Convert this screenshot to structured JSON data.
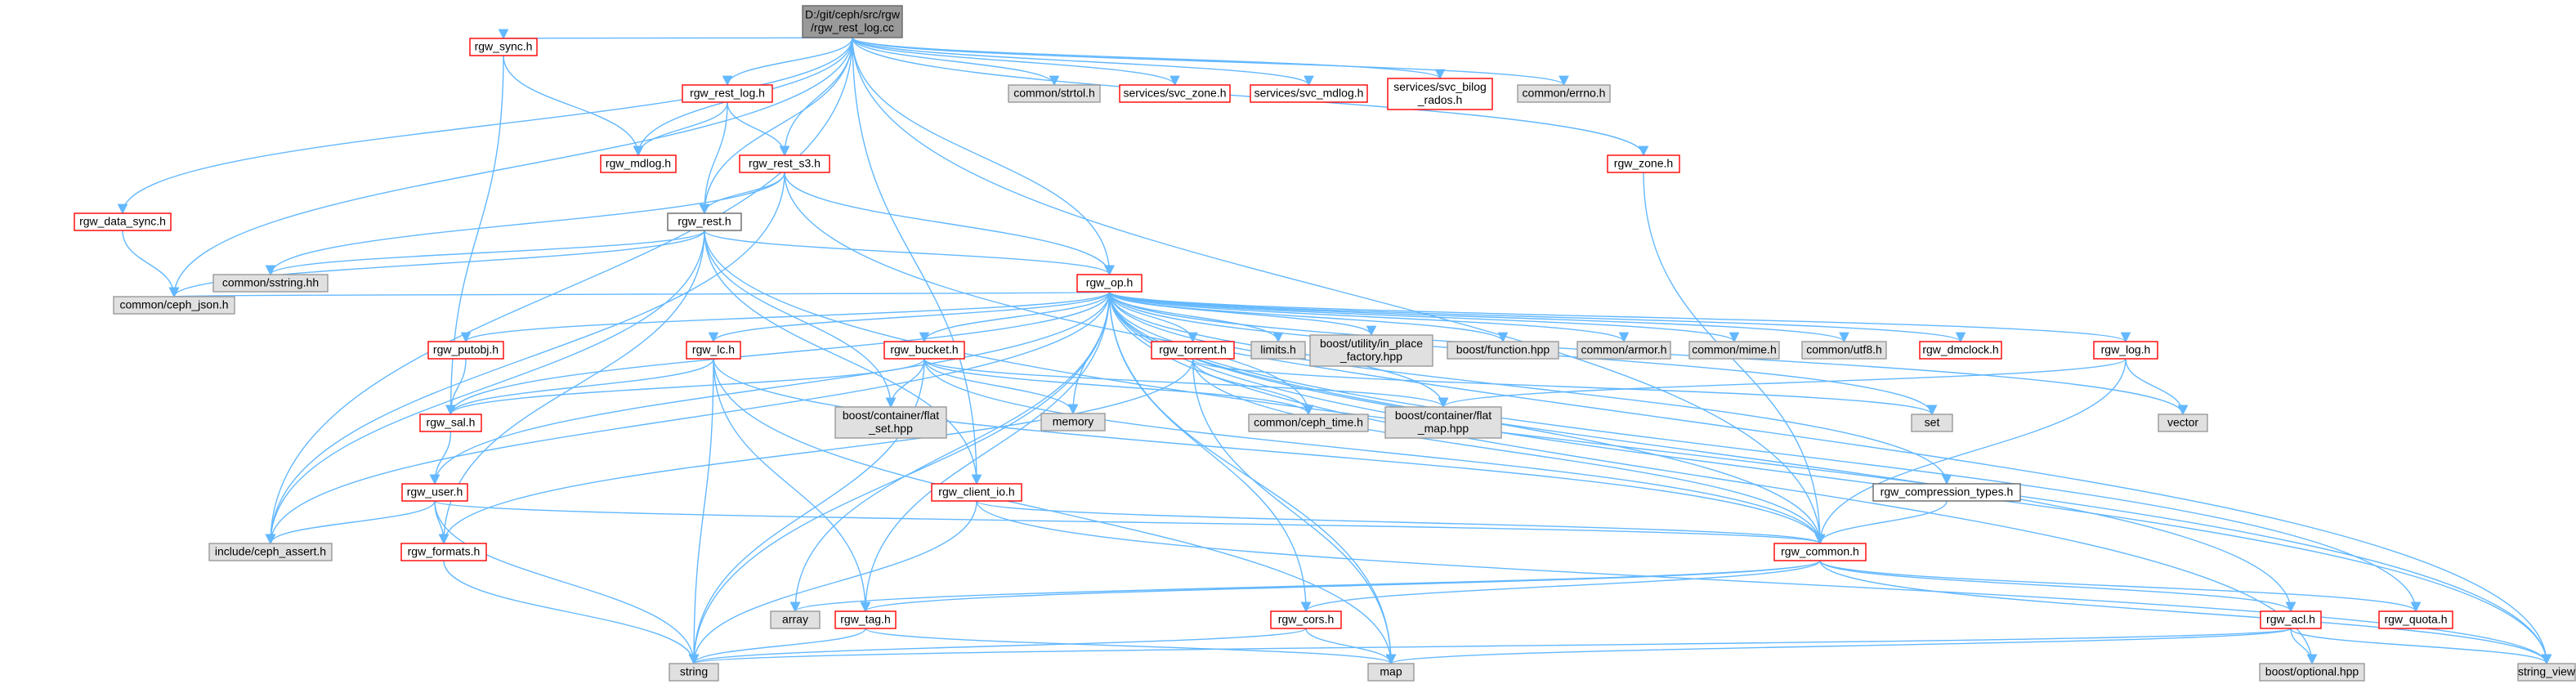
{
  "graph_title": "",
  "colors": {
    "edge": "#63b8ff",
    "node_red_border": "#ff0000",
    "node_gray_fill": "#e0e0e0",
    "node_root_fill": "#999999"
  },
  "nodes": [
    {
      "id": "root",
      "kind": "root",
      "lines": [
        "D:/git/ceph/src/rgw",
        "/rgw_rest_log.cc"
      ]
    },
    {
      "id": "rgw_sync_h",
      "kind": "red",
      "lines": [
        "rgw_sync.h"
      ]
    },
    {
      "id": "rgw_rest_log_h",
      "kind": "red",
      "lines": [
        "rgw_rest_log.h"
      ]
    },
    {
      "id": "common_strtol_h",
      "kind": "gray",
      "lines": [
        "common/strtol.h"
      ]
    },
    {
      "id": "svc_zone_h",
      "kind": "red",
      "lines": [
        "services/svc_zone.h"
      ]
    },
    {
      "id": "svc_mdlog_h",
      "kind": "red",
      "lines": [
        "services/svc_mdlog.h"
      ]
    },
    {
      "id": "svc_bilog_h",
      "kind": "red",
      "lines": [
        "services/svc_bilog",
        "_rados.h"
      ]
    },
    {
      "id": "common_errno_h",
      "kind": "gray",
      "lines": [
        "common/errno.h"
      ]
    },
    {
      "id": "rgw_mdlog_h",
      "kind": "red",
      "lines": [
        "rgw_mdlog.h"
      ]
    },
    {
      "id": "rgw_rest_s3_h",
      "kind": "red",
      "lines": [
        "rgw_rest_s3.h"
      ]
    },
    {
      "id": "rgw_zone_h",
      "kind": "red",
      "lines": [
        "rgw_zone.h"
      ]
    },
    {
      "id": "rgw_data_sync_h",
      "kind": "red",
      "lines": [
        "rgw_data_sync.h"
      ]
    },
    {
      "id": "rgw_rest_h",
      "kind": "plain",
      "lines": [
        "rgw_rest.h"
      ]
    },
    {
      "id": "common_sstring_hh",
      "kind": "gray",
      "lines": [
        "common/sstring.hh"
      ]
    },
    {
      "id": "rgw_op_h",
      "kind": "red",
      "lines": [
        "rgw_op.h"
      ]
    },
    {
      "id": "common_ceph_json_h",
      "kind": "gray",
      "lines": [
        "common/ceph_json.h"
      ]
    },
    {
      "id": "rgw_putobj_h",
      "kind": "red",
      "lines": [
        "rgw_putobj.h"
      ]
    },
    {
      "id": "rgw_lc_h",
      "kind": "red",
      "lines": [
        "rgw_lc.h"
      ]
    },
    {
      "id": "rgw_bucket_h",
      "kind": "red",
      "lines": [
        "rgw_bucket.h"
      ]
    },
    {
      "id": "rgw_torrent_h",
      "kind": "red",
      "lines": [
        "rgw_torrent.h"
      ]
    },
    {
      "id": "limits_h",
      "kind": "gray",
      "lines": [
        "limits.h"
      ]
    },
    {
      "id": "boost_in_place_hpp",
      "kind": "gray",
      "lines": [
        "boost/utility/in_place",
        "_factory.hpp"
      ]
    },
    {
      "id": "boost_function_hpp",
      "kind": "gray",
      "lines": [
        "boost/function.hpp"
      ]
    },
    {
      "id": "common_armor_h",
      "kind": "gray",
      "lines": [
        "common/armor.h"
      ]
    },
    {
      "id": "common_mime_h",
      "kind": "gray",
      "lines": [
        "common/mime.h"
      ]
    },
    {
      "id": "common_utf8_h",
      "kind": "gray",
      "lines": [
        "common/utf8.h"
      ]
    },
    {
      "id": "rgw_dmclock_h",
      "kind": "red",
      "lines": [
        "rgw_dmclock.h"
      ]
    },
    {
      "id": "rgw_log_h",
      "kind": "red",
      "lines": [
        "rgw_log.h"
      ]
    },
    {
      "id": "rgw_sal_h",
      "kind": "red",
      "lines": [
        "rgw_sal.h"
      ]
    },
    {
      "id": "boost_flat_set_hpp",
      "kind": "gray",
      "lines": [
        "boost/container/flat",
        "_set.hpp"
      ]
    },
    {
      "id": "memory",
      "kind": "gray",
      "lines": [
        "memory"
      ]
    },
    {
      "id": "common_ceph_time_h",
      "kind": "gray",
      "lines": [
        "common/ceph_time.h"
      ]
    },
    {
      "id": "boost_flat_map_hpp",
      "kind": "gray",
      "lines": [
        "boost/container/flat",
        "_map.hpp"
      ]
    },
    {
      "id": "set",
      "kind": "gray",
      "lines": [
        "set"
      ]
    },
    {
      "id": "vector",
      "kind": "gray",
      "lines": [
        "vector"
      ]
    },
    {
      "id": "rgw_user_h",
      "kind": "red",
      "lines": [
        "rgw_user.h"
      ]
    },
    {
      "id": "rgw_client_io_h",
      "kind": "red",
      "lines": [
        "rgw_client_io.h"
      ]
    },
    {
      "id": "rgw_compression_types_h",
      "kind": "plain",
      "lines": [
        "rgw_compression_types.h"
      ]
    },
    {
      "id": "include_ceph_assert_h",
      "kind": "gray",
      "lines": [
        "include/ceph_assert.h"
      ]
    },
    {
      "id": "rgw_formats_h",
      "kind": "red",
      "lines": [
        "rgw_formats.h"
      ]
    },
    {
      "id": "rgw_common_h",
      "kind": "red",
      "lines": [
        "rgw_common.h"
      ]
    },
    {
      "id": "array",
      "kind": "gray",
      "lines": [
        "array"
      ]
    },
    {
      "id": "rgw_tag_h",
      "kind": "red",
      "lines": [
        "rgw_tag.h"
      ]
    },
    {
      "id": "rgw_cors_h",
      "kind": "red",
      "lines": [
        "rgw_cors.h"
      ]
    },
    {
      "id": "rgw_acl_h",
      "kind": "red",
      "lines": [
        "rgw_acl.h"
      ]
    },
    {
      "id": "rgw_quota_h",
      "kind": "red",
      "lines": [
        "rgw_quota.h"
      ]
    },
    {
      "id": "string",
      "kind": "gray",
      "lines": [
        "string"
      ]
    },
    {
      "id": "map",
      "kind": "gray",
      "lines": [
        "map"
      ]
    },
    {
      "id": "boost_optional_hpp",
      "kind": "gray",
      "lines": [
        "boost/optional.hpp"
      ]
    },
    {
      "id": "string_view",
      "kind": "gray",
      "lines": [
        "string_view"
      ]
    }
  ],
  "edges": [
    [
      "root",
      "rgw_sync_h"
    ],
    [
      "root",
      "rgw_rest_log_h"
    ],
    [
      "root",
      "common_strtol_h"
    ],
    [
      "root",
      "svc_zone_h"
    ],
    [
      "root",
      "svc_mdlog_h"
    ],
    [
      "root",
      "svc_bilog_h"
    ],
    [
      "root",
      "common_errno_h"
    ],
    [
      "root",
      "rgw_mdlog_h"
    ],
    [
      "root",
      "rgw_rest_s3_h"
    ],
    [
      "root",
      "rgw_zone_h"
    ],
    [
      "root",
      "rgw_data_sync_h"
    ],
    [
      "root",
      "rgw_rest_h"
    ],
    [
      "root",
      "rgw_op_h"
    ],
    [
      "root",
      "common_ceph_json_h"
    ],
    [
      "root",
      "include_ceph_assert_h"
    ],
    [
      "root",
      "rgw_client_io_h"
    ],
    [
      "root",
      "rgw_common_h"
    ],
    [
      "rgw_sync_h",
      "rgw_mdlog_h"
    ],
    [
      "rgw_sync_h",
      "rgw_sal_h"
    ],
    [
      "rgw_rest_log_h",
      "rgw_mdlog_h"
    ],
    [
      "rgw_rest_log_h",
      "rgw_rest_s3_h"
    ],
    [
      "rgw_rest_log_h",
      "rgw_rest_h"
    ],
    [
      "rgw_rest_s3_h",
      "rgw_rest_h"
    ],
    [
      "rgw_rest_s3_h",
      "rgw_op_h"
    ],
    [
      "rgw_rest_s3_h",
      "common_sstring_hh"
    ],
    [
      "rgw_rest_s3_h",
      "include_ceph_assert_h"
    ],
    [
      "rgw_rest_s3_h",
      "string_view"
    ],
    [
      "rgw_zone_h",
      "rgw_common_h"
    ],
    [
      "rgw_data_sync_h",
      "common_ceph_json_h"
    ],
    [
      "rgw_rest_h",
      "common_sstring_hh"
    ],
    [
      "rgw_rest_h",
      "rgw_op_h"
    ],
    [
      "rgw_rest_h",
      "common_ceph_json_h"
    ],
    [
      "rgw_rest_h",
      "include_ceph_assert_h"
    ],
    [
      "rgw_rest_h",
      "rgw_formats_h"
    ],
    [
      "rgw_rest_h",
      "boost_flat_set_hpp"
    ],
    [
      "rgw_rest_h",
      "rgw_client_io_h"
    ],
    [
      "rgw_rest_h",
      "string_view"
    ],
    [
      "rgw_op_h",
      "common_ceph_json_h"
    ],
    [
      "rgw_op_h",
      "rgw_putobj_h"
    ],
    [
      "rgw_op_h",
      "rgw_lc_h"
    ],
    [
      "rgw_op_h",
      "rgw_bucket_h"
    ],
    [
      "rgw_op_h",
      "rgw_torrent_h"
    ],
    [
      "rgw_op_h",
      "limits_h"
    ],
    [
      "rgw_op_h",
      "boost_in_place_hpp"
    ],
    [
      "rgw_op_h",
      "boost_function_hpp"
    ],
    [
      "rgw_op_h",
      "common_armor_h"
    ],
    [
      "rgw_op_h",
      "common_mime_h"
    ],
    [
      "rgw_op_h",
      "common_utf8_h"
    ],
    [
      "rgw_op_h",
      "rgw_dmclock_h"
    ],
    [
      "rgw_op_h",
      "rgw_log_h"
    ],
    [
      "rgw_op_h",
      "rgw_sal_h"
    ],
    [
      "rgw_op_h",
      "memory"
    ],
    [
      "rgw_op_h",
      "common_ceph_time_h"
    ],
    [
      "rgw_op_h",
      "boost_flat_map_hpp"
    ],
    [
      "rgw_op_h",
      "set"
    ],
    [
      "rgw_op_h",
      "vector"
    ],
    [
      "rgw_op_h",
      "rgw_user_h"
    ],
    [
      "rgw_op_h",
      "rgw_compression_types_h"
    ],
    [
      "rgw_op_h",
      "include_ceph_assert_h"
    ],
    [
      "rgw_op_h",
      "rgw_common_h"
    ],
    [
      "rgw_op_h",
      "array"
    ],
    [
      "rgw_op_h",
      "rgw_tag_h"
    ],
    [
      "rgw_op_h",
      "rgw_cors_h"
    ],
    [
      "rgw_op_h",
      "rgw_acl_h"
    ],
    [
      "rgw_op_h",
      "rgw_quota_h"
    ],
    [
      "rgw_op_h",
      "string"
    ],
    [
      "rgw_op_h",
      "map"
    ],
    [
      "rgw_op_h",
      "boost_optional_hpp"
    ],
    [
      "rgw_op_h",
      "string_view"
    ],
    [
      "rgw_putobj_h",
      "rgw_sal_h"
    ],
    [
      "rgw_lc_h",
      "rgw_sal_h"
    ],
    [
      "rgw_lc_h",
      "rgw_common_h"
    ],
    [
      "rgw_lc_h",
      "rgw_tag_h"
    ],
    [
      "rgw_lc_h",
      "string"
    ],
    [
      "rgw_lc_h",
      "map"
    ],
    [
      "rgw_bucket_h",
      "rgw_sal_h"
    ],
    [
      "rgw_bucket_h",
      "boost_flat_set_hpp"
    ],
    [
      "rgw_bucket_h",
      "memory"
    ],
    [
      "rgw_bucket_h",
      "common_ceph_time_h"
    ],
    [
      "rgw_bucket_h",
      "boost_flat_map_hpp"
    ],
    [
      "rgw_bucket_h",
      "rgw_common_h"
    ],
    [
      "rgw_bucket_h",
      "string"
    ],
    [
      "rgw_torrent_h",
      "common_ceph_time_h"
    ],
    [
      "rgw_torrent_h",
      "rgw_common_h"
    ],
    [
      "rgw_torrent_h",
      "set"
    ],
    [
      "rgw_torrent_h",
      "rgw_formats_h"
    ],
    [
      "rgw_torrent_h",
      "map"
    ],
    [
      "rgw_log_h",
      "boost_flat_map_hpp"
    ],
    [
      "rgw_log_h",
      "vector"
    ],
    [
      "rgw_log_h",
      "rgw_common_h"
    ],
    [
      "rgw_sal_h",
      "rgw_user_h"
    ],
    [
      "rgw_user_h",
      "include_ceph_assert_h"
    ],
    [
      "rgw_user_h",
      "rgw_formats_h"
    ],
    [
      "rgw_user_h",
      "rgw_common_h"
    ],
    [
      "rgw_user_h",
      "string"
    ],
    [
      "rgw_client_io_h",
      "rgw_common_h"
    ],
    [
      "rgw_client_io_h",
      "string"
    ],
    [
      "rgw_client_io_h",
      "string_view"
    ],
    [
      "rgw_compression_types_h",
      "rgw_common_h"
    ],
    [
      "rgw_formats_h",
      "string"
    ],
    [
      "rgw_common_h",
      "array"
    ],
    [
      "rgw_common_h",
      "rgw_tag_h"
    ],
    [
      "rgw_common_h",
      "rgw_cors_h"
    ],
    [
      "rgw_common_h",
      "rgw_acl_h"
    ],
    [
      "rgw_common_h",
      "rgw_quota_h"
    ],
    [
      "rgw_common_h",
      "string_view"
    ],
    [
      "rgw_tag_h",
      "string"
    ],
    [
      "rgw_tag_h",
      "map"
    ],
    [
      "rgw_cors_h",
      "string"
    ],
    [
      "rgw_cors_h",
      "map"
    ],
    [
      "rgw_acl_h",
      "string"
    ],
    [
      "rgw_acl_h",
      "map"
    ],
    [
      "rgw_acl_h",
      "boost_optional_hpp"
    ],
    [
      "rgw_acl_h",
      "string_view"
    ]
  ]
}
